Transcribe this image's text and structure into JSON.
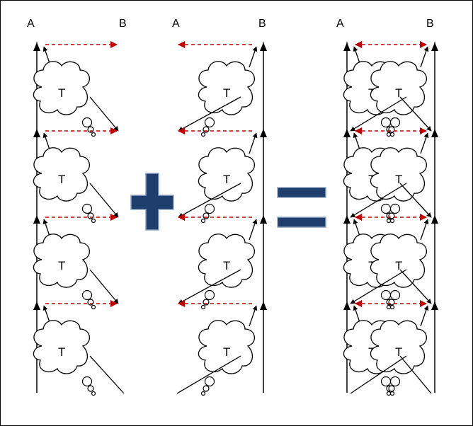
{
  "labels": {
    "left_a": "A",
    "left_b": "B",
    "mid_a": "A",
    "mid_b": "B",
    "right_a": "A",
    "right_b": "B",
    "cloud": "T"
  },
  "operators": [
    "+",
    "="
  ],
  "colors": {
    "line": "#000000",
    "dashed_arrow": "#c00000",
    "operator": "#1f3e6e",
    "operator_edge": "#8fa3c0"
  }
}
